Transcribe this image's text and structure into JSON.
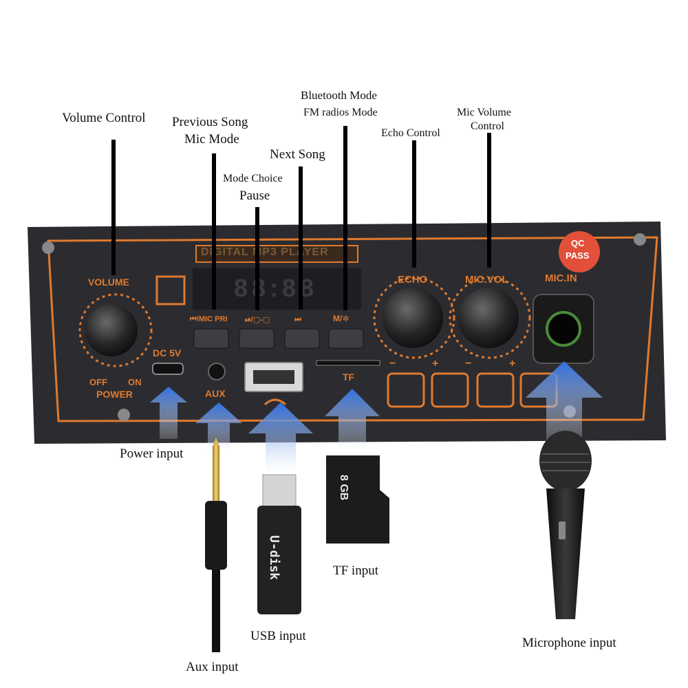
{
  "callouts": {
    "volume_control": "Volume Control",
    "previous_song": "Previous Song",
    "mic_mode": "Mic Mode",
    "mode_choice": "Mode Choice",
    "pause": "Pause",
    "next_song": "Next Song",
    "bluetooth_mode": "Bluetooth Mode",
    "fm_mode": "FM radios Mode",
    "echo_control": "Echo Control",
    "mic_volume": "Mic Volume",
    "mic_volume_2": "Control",
    "power_input": "Power input",
    "aux_input": "Aux input",
    "usb_input": "USB input",
    "tf_input": "TF input",
    "microphone_input": "Microphone input"
  },
  "panel": {
    "title": "DIGITAL MP3 PLAYER",
    "display": "88:88",
    "volume": "VOLUME",
    "off": "OFF",
    "on": "ON",
    "power": "POWER",
    "dc": "DC 5V",
    "aux": "AUX",
    "tf": "TF",
    "echo": "ECHO",
    "mic_vol": "MIC.VOL",
    "mic_in": "MIC.IN",
    "qc1": "QC",
    "qc2": "PASS",
    "btn_prev": "⏮/MIC PRI",
    "btn_mode": "⏯/▢-▢",
    "btn_next": "⏭",
    "btn_bt": "M/✲",
    "minus": "−",
    "plus": "+"
  },
  "devices": {
    "usb_label": "U-disk",
    "sd_capacity": "8 GB"
  },
  "colors": {
    "panel": "#2b2b2e",
    "accent": "#e07a2e",
    "arrow": "#3a7be0"
  }
}
